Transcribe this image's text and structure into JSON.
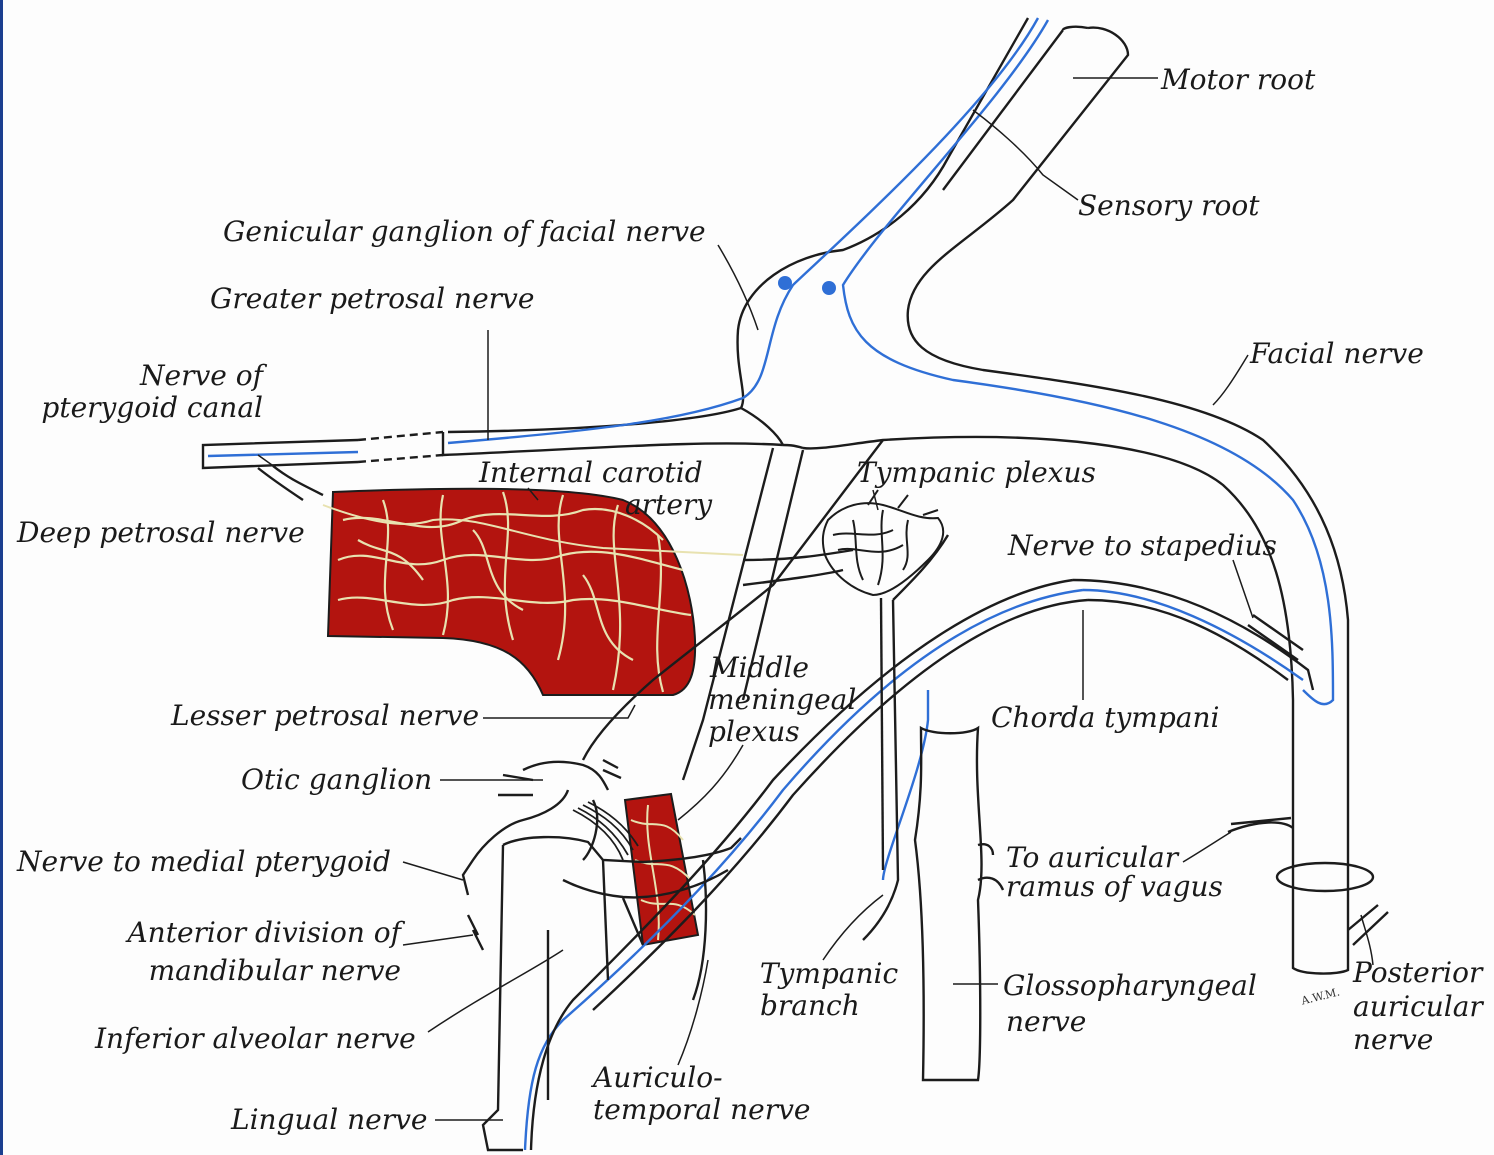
{
  "labels": {
    "motor_root": "Motor root",
    "sensory_root": "Sensory root",
    "genicular_ganglion": "Genicular ganglion of facial nerve",
    "greater_petrosal": "Greater petrosal nerve",
    "nerve_pterygoid_canal_1": "Nerve of",
    "nerve_pterygoid_canal_2": "pterygoid canal",
    "deep_petrosal": "Deep petrosal nerve",
    "internal_carotid_1": "Internal carotid",
    "internal_carotid_2": "artery",
    "tympanic_plexus": "Tympanic plexus",
    "facial_nerve": "Facial nerve",
    "nerve_to_stapedius": "Nerve to stapedius",
    "middle_meningeal_1": "Middle",
    "middle_meningeal_2": "meningeal",
    "middle_meningeal_3": "plexus",
    "lesser_petrosal": "Lesser petrosal nerve",
    "chorda_tympani": "Chorda tympani",
    "otic_ganglion": "Otic ganglion",
    "nerve_medial_pterygoid": "Nerve to medial pterygoid",
    "to_auricular_1": "To auricular",
    "to_auricular_2": "ramus of vagus",
    "anterior_division_1": "Anterior division of",
    "anterior_division_2": "mandibular nerve",
    "tympanic_branch_1": "Tympanic",
    "tympanic_branch_2": "branch",
    "glossopharyngeal_1": "Glossopharyngeal",
    "glossopharyngeal_2": "nerve",
    "posterior_auricular_1": "Posterior",
    "posterior_auricular_2": "auricular",
    "posterior_auricular_3": "nerve",
    "inferior_alveolar": "Inferior alveolar nerve",
    "auriculotemporal_1": "Auriculo-",
    "auriculotemporal_2": "temporal nerve",
    "lingual_nerve": "Lingual nerve"
  },
  "signature": "A.W.M.",
  "colors": {
    "nerve_outline": "#1c1c1c",
    "parasympathetic_fibre": "#2f6fd6",
    "artery_fill": "#b3140f",
    "sympathetic_plexus": "#e8e2b0",
    "border": "#1b3f8f"
  }
}
